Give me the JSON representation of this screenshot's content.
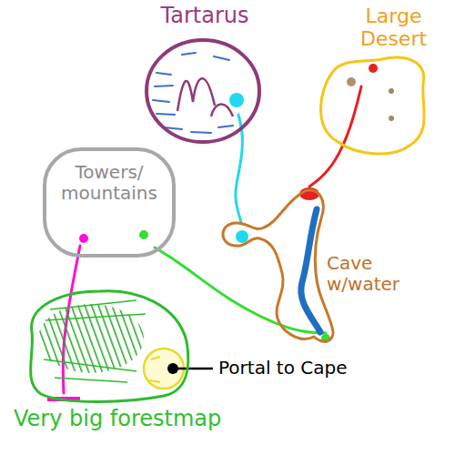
{
  "diagram": {
    "nodes": [
      {
        "text": [
          "Tartarus"
        ]
      },
      {
        "text": [
          "Large Desert"
        ]
      },
      {
        "text": [
          "Towers/ mountains"
        ]
      },
      {
        "text": [
          "Cave w/water"
        ]
      },
      {
        "text": [
          "Very big forestmap"
        ]
      }
    ],
    "edges": [
      {
        "from": 0,
        "to": 3,
        "arrow": "none"
      },
      {
        "from": 1,
        "to": 3,
        "arrow": "none"
      },
      {
        "from": 2,
        "to": 4,
        "arrow": "none"
      },
      {
        "from": 2,
        "to": 3,
        "arrow": "none"
      }
    ],
    "labels": [
      "Portal to Cape"
    ]
  }
}
